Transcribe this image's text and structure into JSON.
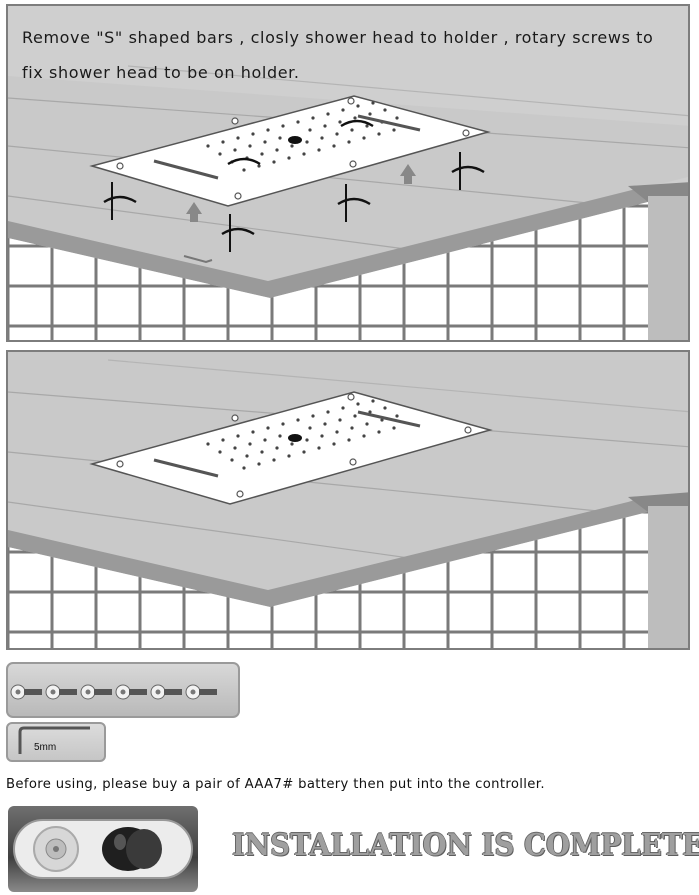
{
  "step1": {
    "instruction": "Remove \"S\" shaped bars , closly shower head to holder , rotary screws to fix shower head to be on holder."
  },
  "kit": {
    "wrench_label": "5mm"
  },
  "note": {
    "battery": "Before using, please buy a pair of AAA7# battery then put into the controller."
  },
  "footer": {
    "complete": "INSTALLATION IS COMPLETE"
  },
  "icons": [
    "rotate-arrow-icon",
    "up-arrow-icon",
    "screw-icon",
    "hex-wrench-icon",
    "remote-controller-icon"
  ]
}
